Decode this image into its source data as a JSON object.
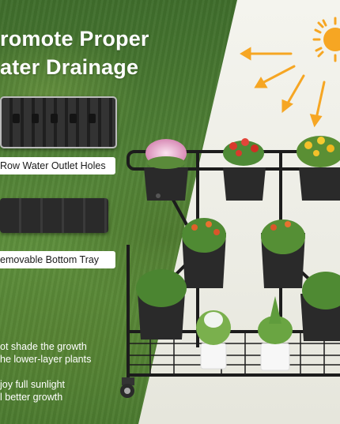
{
  "headline": {
    "line1": "romote Proper",
    "line2": "ater Drainage"
  },
  "labels": {
    "outlet_holes": "Row Water Outlet Holes",
    "bottom_tray": "emovable Bottom Tray"
  },
  "benefits": {
    "line1": "ot shade the growth",
    "line2": "he lower-layer plants",
    "line3": "joy full sunlight",
    "line4": "l better growth"
  },
  "colors": {
    "grass": "#4f7f35",
    "background": "#f0f0ea",
    "sun": "#f6a623",
    "rack": "#1c1c1c",
    "label_bg": "#ffffff"
  },
  "icons": [
    "sun-icon",
    "sun-ray-arrow-icon",
    "caster-wheel-icon"
  ]
}
